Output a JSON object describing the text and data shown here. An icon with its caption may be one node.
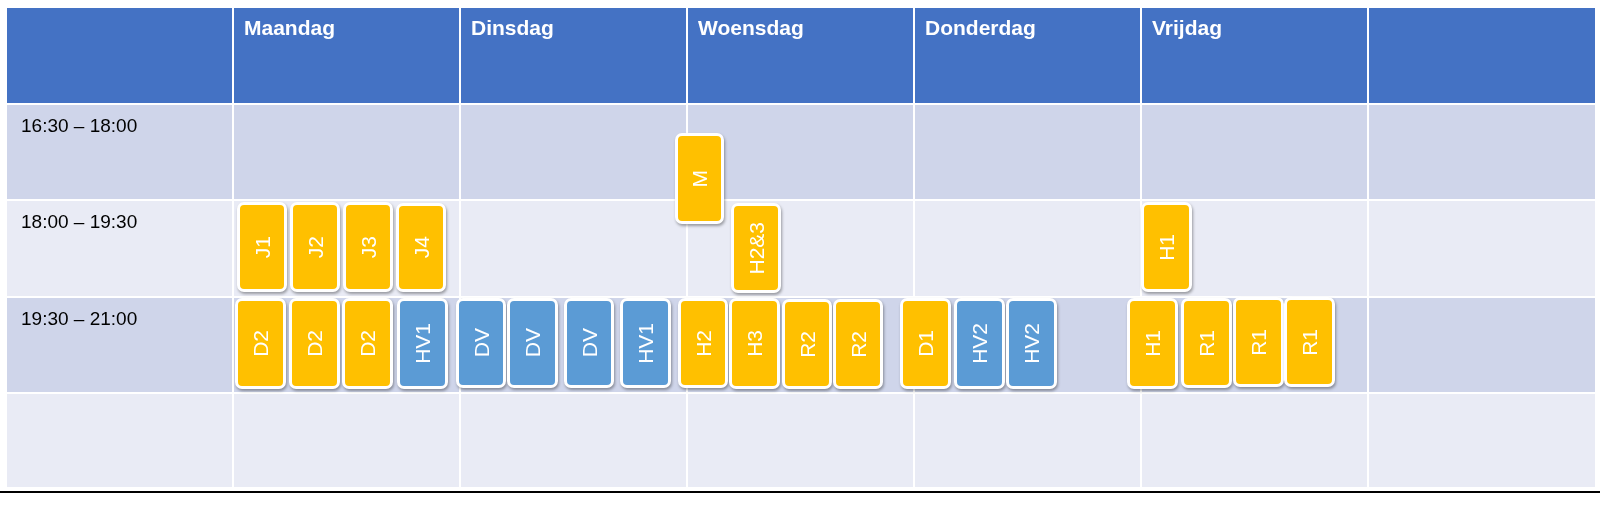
{
  "diagram": {
    "nodes": [
      {
        "text": [
          "M"
        ]
      },
      {
        "text": [
          "J1"
        ]
      },
      {
        "text": [
          "J2"
        ]
      },
      {
        "text": [
          "J3"
        ]
      },
      {
        "text": [
          "J4"
        ]
      },
      {
        "text": [
          "H2&3"
        ]
      },
      {
        "text": [
          "H1"
        ]
      },
      {
        "text": [
          "D2"
        ]
      },
      {
        "text": [
          "D2"
        ]
      },
      {
        "text": [
          "D2"
        ]
      },
      {
        "text": [
          "HV1"
        ]
      },
      {
        "text": [
          "DV"
        ]
      },
      {
        "text": [
          "DV"
        ]
      },
      {
        "text": [
          "DV"
        ]
      },
      {
        "text": [
          "HV1"
        ]
      },
      {
        "text": [
          "H2"
        ]
      },
      {
        "text": [
          "H3"
        ]
      },
      {
        "text": [
          "R2"
        ]
      },
      {
        "text": [
          "R2"
        ]
      },
      {
        "text": [
          "D1"
        ]
      },
      {
        "text": [
          "HV2"
        ]
      },
      {
        "text": [
          "HV2"
        ]
      },
      {
        "text": [
          "H1"
        ]
      },
      {
        "text": [
          "R1"
        ]
      },
      {
        "text": [
          "R1"
        ]
      },
      {
        "text": [
          "R1"
        ]
      }
    ],
    "labels": [
      "Maandag",
      "Dinsdag",
      "Woensdag",
      "Donderdag",
      "Vrijdag",
      "16:30 – 18:00",
      "18:00 – 19:30",
      "19:30 – 21:00"
    ]
  }
}
